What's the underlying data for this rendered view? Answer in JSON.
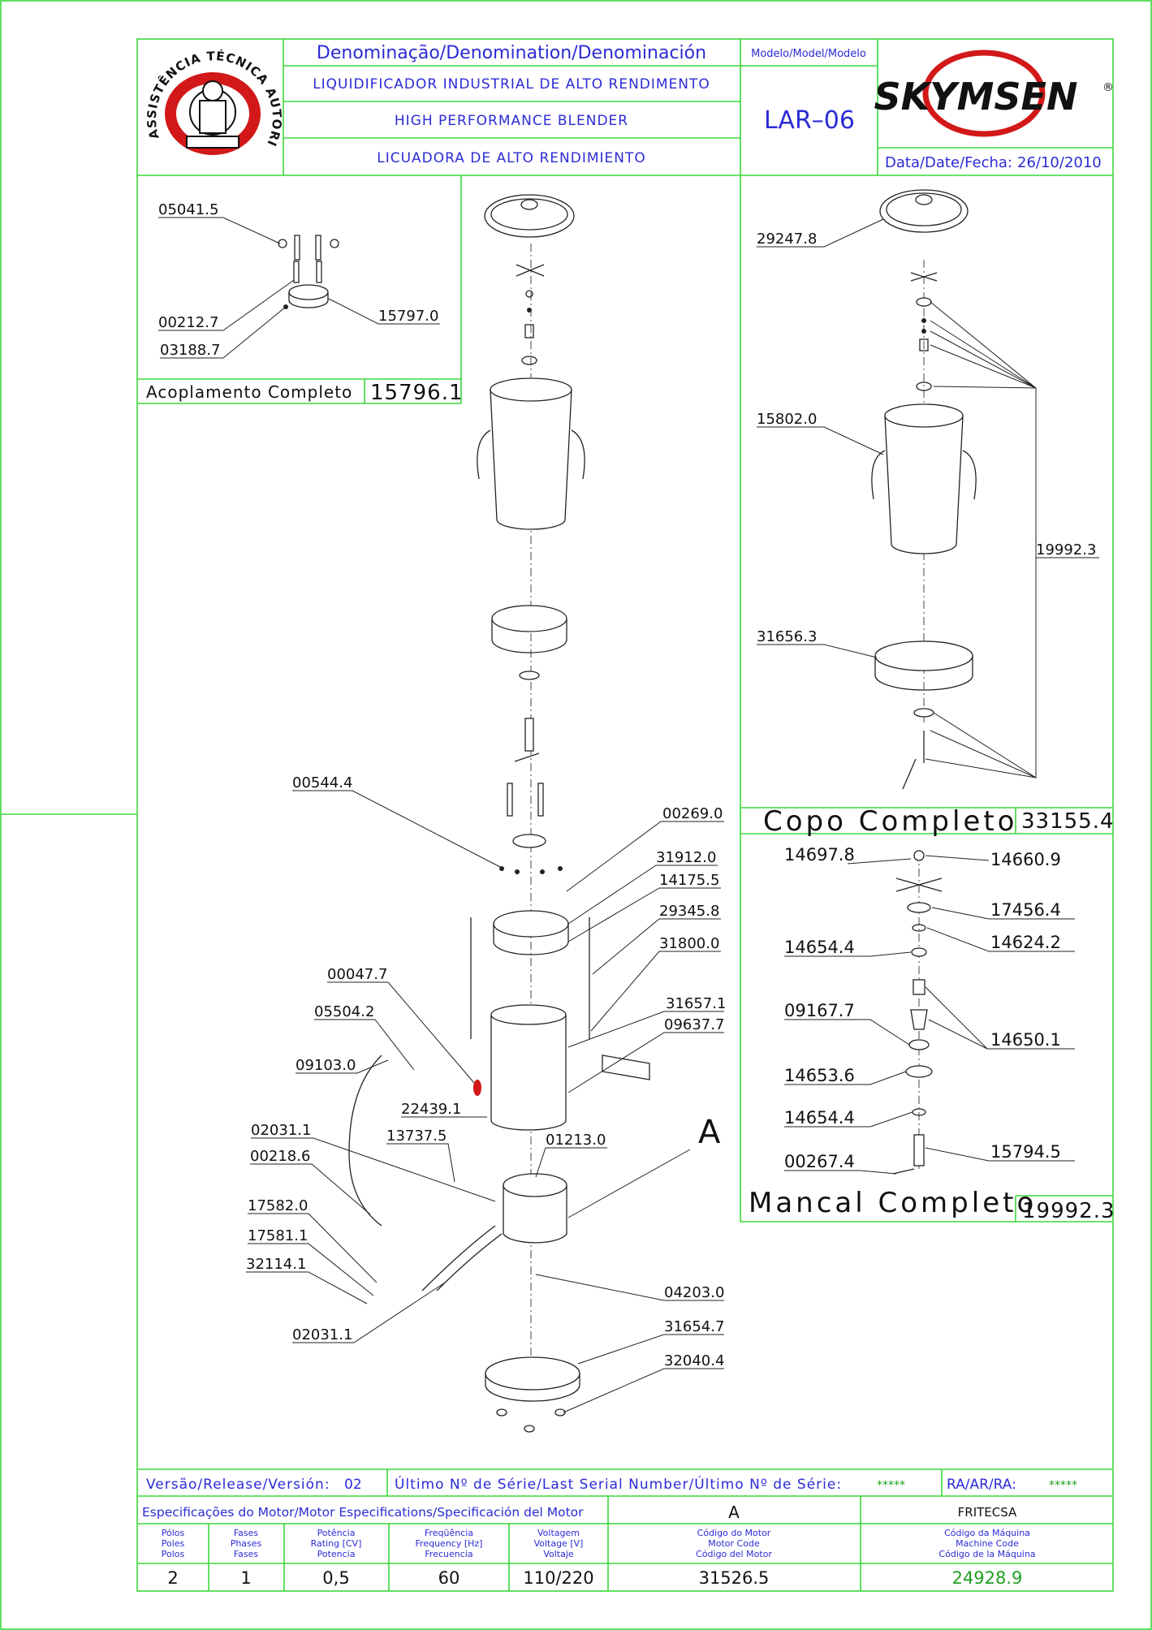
{
  "header": {
    "denomination_label": "Denominação/Denomination/Denominación",
    "name_pt": "LIQUIDIFICADOR INDUSTRIAL DE ALTO RENDIMENTO",
    "name_en": "HIGH PERFORMANCE BLENDER",
    "name_es": "LICUADORA DE ALTO RENDIMIENTO",
    "model_label": "Modelo/Model/Modelo",
    "model_value": "LAR–06",
    "brand": "SKYMSEN",
    "brand_mark": "®",
    "date_label": "Data/Date/Fecha:",
    "date_value": "26/10/2010",
    "badge_text": "ASSISTÊNCIA TÉCNICA AUTORIZADA"
  },
  "coupling_box": {
    "title": "Acoplamento Completo",
    "code": "15796.1",
    "parts": [
      "05041.5",
      "00212.7",
      "03188.7",
      "15797.0"
    ]
  },
  "cup_box": {
    "title": "Copo Completo",
    "code": "33155.4",
    "parts": [
      "29247.8",
      "15802.0",
      "31656.3",
      "19992.3"
    ]
  },
  "bearing_box": {
    "title": "Mancal Completo",
    "code": "19992.3",
    "parts": [
      "14697.8",
      "14660.9",
      "17456.4",
      "14654.4",
      "14624.2",
      "09167.7",
      "14650.1",
      "14653.6",
      "14654.4",
      "00267.4",
      "15794.5"
    ]
  },
  "main_parts": {
    "right": [
      "00269.0",
      "31912.0",
      "14175.5",
      "29345.8",
      "31800.0",
      "31657.1",
      "09637.7",
      "01213.0",
      "04203.0",
      "31654.7",
      "32040.4"
    ],
    "left": [
      "00544.4",
      "00047.7",
      "05504.2",
      "09103.0",
      "22439.1",
      "02031.1",
      "13737.5",
      "00218.6",
      "17582.0",
      "17581.1",
      "32114.1",
      "02031.1"
    ],
    "detail_marker": "A"
  },
  "footer": {
    "version_label": "Versão/Release/Versión:",
    "version_value": "02",
    "serial_label": "Último Nº de Série/Last Serial Number/Último Nº de Série:",
    "serial_value": "*****",
    "ra_label": "RA/AR/RA:",
    "ra_value": "*****",
    "motor_spec_label": "Especificações do Motor/Motor Especifications/Specificación del Motor",
    "motor_ref": "A",
    "manufacturer": "FRITECSA",
    "poles_label": [
      "Pólos",
      "Poles",
      "Polos"
    ],
    "phases_label": [
      "Fases",
      "Phases",
      "Fases"
    ],
    "power_label": [
      "Potência",
      "Rating [CV]",
      "Potencia"
    ],
    "freq_label": [
      "Freqüência",
      "Frequency [Hz]",
      "Frecuencia"
    ],
    "voltage_label": [
      "Voltagem",
      "Voltage [V]",
      "Voltaje"
    ],
    "motor_code_label": [
      "Código do Motor",
      "Motor Code",
      "Código del Motor"
    ],
    "machine_code_label": [
      "Código da Máquina",
      "Machine Code",
      "Código de la Máquina"
    ],
    "poles": "2",
    "phases": "1",
    "power": "0,5",
    "frequency": "60",
    "voltage": "110/220",
    "motor_code": "31526.5",
    "machine_code": "24928.9"
  },
  "colors": {
    "frame": "#3bd83b",
    "text_blue": "#2b2bd6",
    "machine_code": "#1fa01f",
    "brand_red": "#d21818"
  }
}
